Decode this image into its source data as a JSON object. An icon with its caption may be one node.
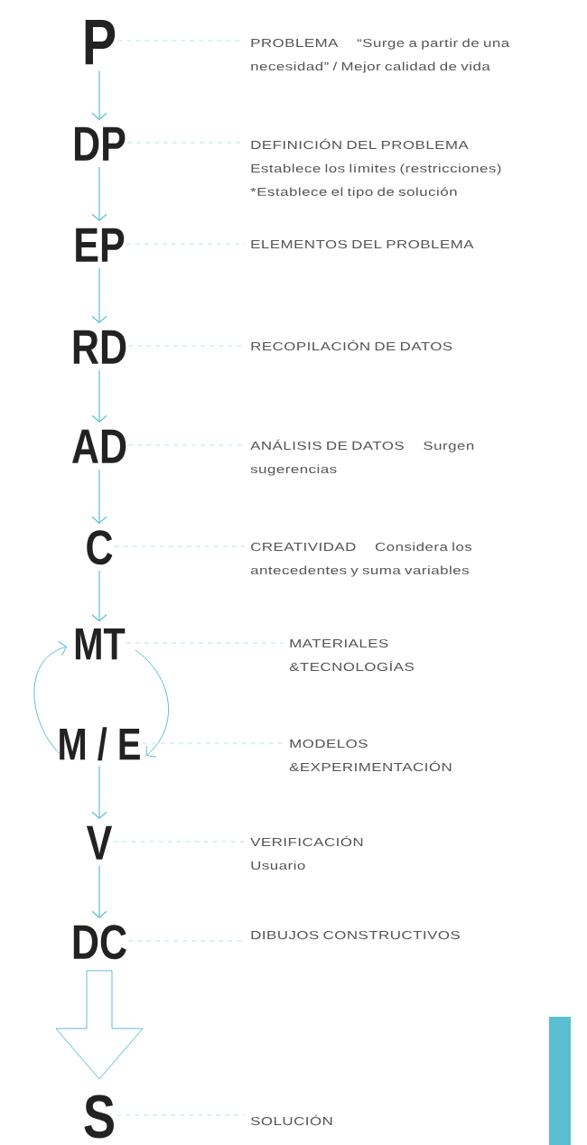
{
  "diagram": {
    "nodes": [
      {
        "text": [
          "P"
        ]
      },
      {
        "text": [
          "PROBLEMA",
          "“Surge a partir de una necesidad” / Mejor calidad de vida"
        ]
      },
      {
        "text": [
          "DP"
        ]
      },
      {
        "text": [
          "DEFINICIÓN DEL PROBLEMA",
          "Establece los límites (restricciones)",
          "*Establece el tipo de solución"
        ]
      },
      {
        "text": [
          "EP"
        ]
      },
      {
        "text": [
          "ELEMENTOS DEL PROBLEMA"
        ]
      },
      {
        "text": [
          "RD"
        ]
      },
      {
        "text": [
          "RECOPILACIÓN DE DATOS"
        ]
      },
      {
        "text": [
          "AD"
        ]
      },
      {
        "text": [
          "ANÁLISIS DE DATOS",
          "Surgen sugerencias"
        ]
      },
      {
        "text": [
          "C"
        ]
      },
      {
        "text": [
          "CREATIVIDAD",
          "Considera los antecedentes y suma variables"
        ]
      },
      {
        "text": [
          "MT"
        ]
      },
      {
        "text": [
          "MATERIALES &TECNOLOGÍAS"
        ]
      },
      {
        "text": [
          "M / E"
        ]
      },
      {
        "text": [
          "MODELOS &EXPERIMENTACIÓN"
        ]
      },
      {
        "text": [
          "V"
        ]
      },
      {
        "text": [
          "VERIFICACIÓN",
          "Usuario"
        ]
      },
      {
        "text": [
          "DC"
        ]
      },
      {
        "text": [
          "DIBUJOS CONSTRUCTIVOS"
        ]
      },
      {
        "text": [
          "S"
        ]
      },
      {
        "text": [
          "SOLUCIÓN"
        ]
      }
    ],
    "edges": [
      {
        "from": 0,
        "to": 1,
        "arrow": "none",
        "style": "dashed",
        "color": "#a9dbe4"
      },
      {
        "from": 0,
        "to": 2,
        "arrow": "to"
      },
      {
        "from": 2,
        "to": 3,
        "arrow": "none",
        "style": "dashed",
        "color": "#a9dbe4"
      },
      {
        "from": 2,
        "to": 4,
        "arrow": "to"
      },
      {
        "from": 4,
        "to": 5,
        "arrow": "none",
        "style": "dashed",
        "color": "#a9dbe4"
      },
      {
        "from": 4,
        "to": 6,
        "arrow": "to"
      },
      {
        "from": 6,
        "to": 7,
        "arrow": "none",
        "style": "dashed",
        "color": "#a9dbe4"
      },
      {
        "from": 6,
        "to": 8,
        "arrow": "to"
      },
      {
        "from": 8,
        "to": 9,
        "arrow": "none",
        "style": "dashed",
        "color": "#a9dbe4"
      },
      {
        "from": 8,
        "to": 10,
        "arrow": "to"
      },
      {
        "from": 10,
        "to": 11,
        "arrow": "none",
        "style": "dashed",
        "color": "#a9dbe4"
      },
      {
        "from": 10,
        "to": 12,
        "arrow": "to"
      },
      {
        "from": 12,
        "to": 13,
        "arrow": "none",
        "style": "dashed",
        "color": "#a9dbe4"
      },
      {
        "from": 12,
        "to": 14,
        "arrow": "to"
      },
      {
        "from": 14,
        "to": 12,
        "arrow": "to"
      },
      {
        "from": 14,
        "to": 15,
        "arrow": "none",
        "style": "dashed",
        "color": "#a9dbe4"
      },
      {
        "from": 14,
        "to": 16,
        "arrow": "to"
      },
      {
        "from": 16,
        "to": 17,
        "arrow": "none",
        "style": "dashed",
        "color": "#a9dbe4"
      },
      {
        "from": 16,
        "to": 18,
        "arrow": "to"
      },
      {
        "from": 18,
        "to": 19,
        "arrow": "none",
        "style": "dashed",
        "color": "#a9dbe4"
      },
      {
        "from": 18,
        "to": 20,
        "arrow": "to",
        "style": "thick"
      },
      {
        "from": 20,
        "to": 21,
        "arrow": "none",
        "style": "dashed",
        "color": "#a9dbe4"
      }
    ]
  }
}
